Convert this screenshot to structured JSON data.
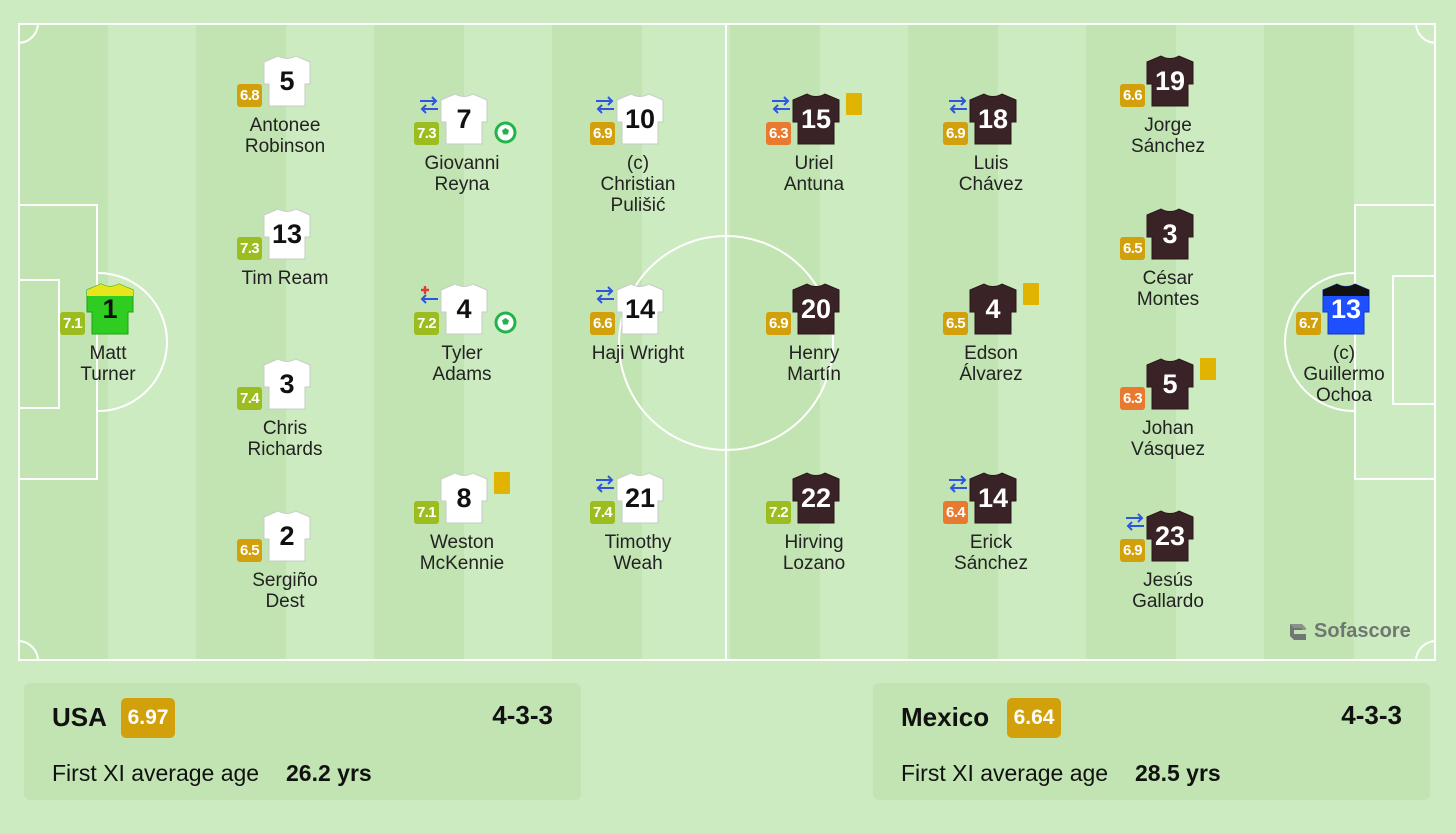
{
  "colors": {
    "rating_green": "#9bbd1f",
    "rating_gold": "#d2a00a",
    "rating_orange": "#e8792f",
    "home_shirt": "#ffffff",
    "away_shirt": "#3a2326",
    "home_gk_shirt": "#2fcc22",
    "away_gk_shirt": "#1e50ff",
    "yellow_card": "#e0b400"
  },
  "home_team": {
    "name": "USA",
    "rating": "6.97",
    "formation": "4-3-3",
    "age_label": "First XI average age",
    "age_value": "26.2 yrs",
    "players": [
      {
        "number": "1",
        "rating": "7.1",
        "name1": "Matt",
        "name2": "Turner",
        "name3": ""
      },
      {
        "number": "5",
        "rating": "6.8",
        "name1": "Antonee",
        "name2": "Robinson",
        "name3": ""
      },
      {
        "number": "13",
        "rating": "7.3",
        "name1": "Tim Ream",
        "name2": "",
        "name3": ""
      },
      {
        "number": "3",
        "rating": "7.4",
        "name1": "Chris",
        "name2": "Richards",
        "name3": ""
      },
      {
        "number": "2",
        "rating": "6.5",
        "name1": "Sergiño",
        "name2": "Dest",
        "name3": ""
      },
      {
        "number": "7",
        "rating": "7.3",
        "name1": "Giovanni",
        "name2": "Reyna",
        "name3": ""
      },
      {
        "number": "4",
        "rating": "7.2",
        "name1": "Tyler",
        "name2": "Adams",
        "name3": ""
      },
      {
        "number": "8",
        "rating": "7.1",
        "name1": "Weston",
        "name2": "McKennie",
        "name3": ""
      },
      {
        "number": "10",
        "rating": "6.9",
        "name1": "(c)",
        "name2": "Christian",
        "name3": "Pulišić"
      },
      {
        "number": "14",
        "rating": "6.6",
        "name1": "Haji Wright",
        "name2": "",
        "name3": ""
      },
      {
        "number": "21",
        "rating": "7.4",
        "name1": "Timothy",
        "name2": "Weah",
        "name3": ""
      }
    ]
  },
  "away_team": {
    "name": "Mexico",
    "rating": "6.64",
    "formation": "4-3-3",
    "age_label": "First XI average age",
    "age_value": "28.5 yrs",
    "players": [
      {
        "number": "15",
        "rating": "6.3",
        "name1": "Uriel",
        "name2": "Antuna",
        "name3": ""
      },
      {
        "number": "20",
        "rating": "6.9",
        "name1": "Henry",
        "name2": "Martín",
        "name3": ""
      },
      {
        "number": "22",
        "rating": "7.2",
        "name1": "Hirving",
        "name2": "Lozano",
        "name3": ""
      },
      {
        "number": "18",
        "rating": "6.9",
        "name1": "Luis",
        "name2": "Chávez",
        "name3": ""
      },
      {
        "number": "4",
        "rating": "6.5",
        "name1": "Edson",
        "name2": "Álvarez",
        "name3": ""
      },
      {
        "number": "14",
        "rating": "6.4",
        "name1": "Erick",
        "name2": "Sánchez",
        "name3": ""
      },
      {
        "number": "19",
        "rating": "6.6",
        "name1": "Jorge",
        "name2": "Sánchez",
        "name3": ""
      },
      {
        "number": "3",
        "rating": "6.5",
        "name1": "César",
        "name2": "Montes",
        "name3": ""
      },
      {
        "number": "5",
        "rating": "6.3",
        "name1": "Johan",
        "name2": "Vásquez",
        "name3": ""
      },
      {
        "number": "23",
        "rating": "6.9",
        "name1": "Jesús",
        "name2": "Gallardo",
        "name3": ""
      },
      {
        "number": "13",
        "rating": "6.7",
        "name1": "(c)",
        "name2": "Guillermo",
        "name3": "Ochoa"
      }
    ]
  },
  "brand": {
    "name": "Sofascore"
  }
}
